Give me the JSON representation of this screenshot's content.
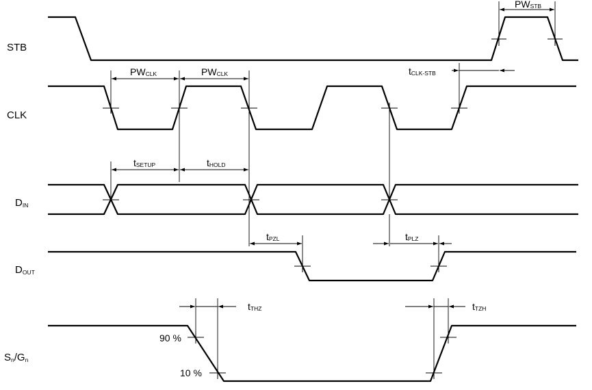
{
  "signals": {
    "stb": "STB",
    "clk": "CLK",
    "din": {
      "main": "D",
      "sub": "IN"
    },
    "dout": {
      "main": "D",
      "sub": "OUT"
    },
    "sngn": {
      "s": "S",
      "s_sub": "n",
      "slash": "/G",
      "g_sub": "n"
    }
  },
  "timings": {
    "pw_stb": {
      "main": "PW",
      "sub": "STB"
    },
    "pw_clk_1": {
      "main": "PW",
      "sub": "CLK"
    },
    "pw_clk_2": {
      "main": "PW",
      "sub": "CLK"
    },
    "t_clk_stb": {
      "main": "t",
      "sub": "CLK-STB"
    },
    "t_setup": {
      "main": "t",
      "sub": "SETUP"
    },
    "t_hold": {
      "main": "t",
      "sub": "HOLD"
    },
    "t_pzl": {
      "main": "t",
      "sub": "PZL"
    },
    "t_plz": {
      "main": "t",
      "sub": "PLZ"
    },
    "t_thz": {
      "main": "t",
      "sub": "THZ"
    },
    "t_tzh": {
      "main": "t",
      "sub": "TZH"
    }
  },
  "levels": {
    "p90": "90 %",
    "p10": "10 %"
  }
}
